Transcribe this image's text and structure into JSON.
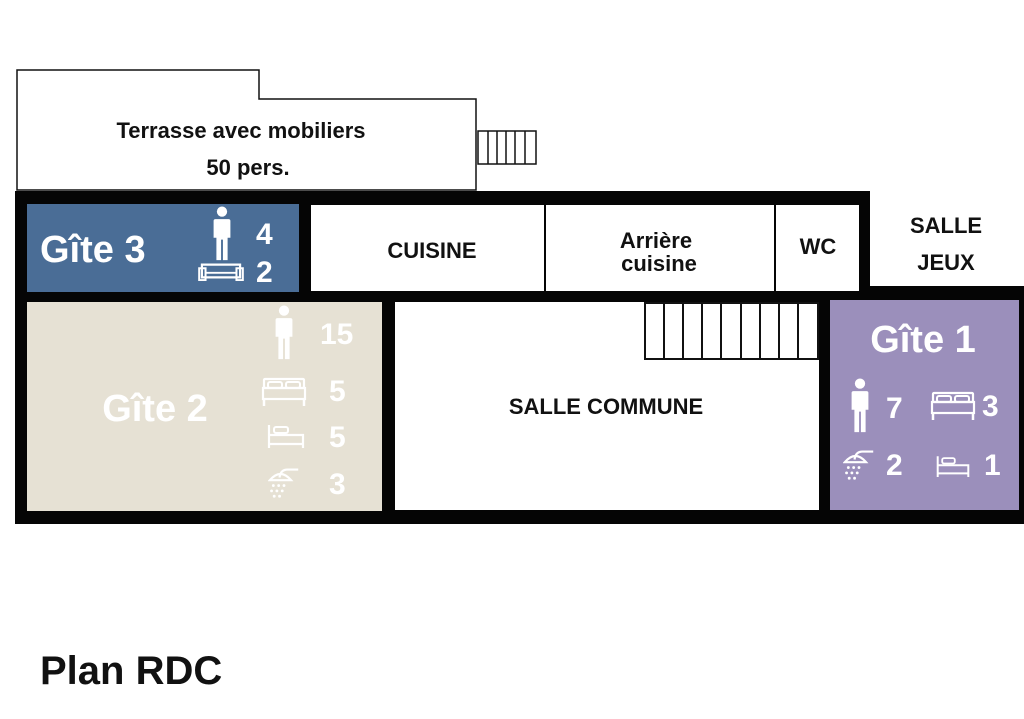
{
  "title": "Plan RDC",
  "colors": {
    "wall": "#050505",
    "gite1": "#9b8fbb",
    "gite2": "#e6e1d4",
    "gite3": "#4a6d96",
    "icon_light": "#ffffff"
  },
  "rooms": {
    "terrasse": {
      "line1": "Terrasse avec mobiliers",
      "line2": "50 pers."
    },
    "cuisine": {
      "label": "CUISINE"
    },
    "arriere_cuisine": {
      "line1": "Arrière",
      "line2": "cuisine"
    },
    "wc": {
      "label": "WC"
    },
    "salle_jeux": {
      "line1": "SALLE",
      "line2": "JEUX"
    },
    "salle_commune": {
      "label": "SALLE COMMUNE"
    }
  },
  "gites": {
    "gite3": {
      "name": "Gîte 3",
      "persons": "4",
      "sofa_beds": "2",
      "icons": [
        "person-icon",
        "sofa-bed-icon"
      ]
    },
    "gite2": {
      "name": "Gîte 2",
      "persons": "15",
      "double_beds": "5",
      "single_beds": "5",
      "showers": "3",
      "icons": [
        "person-icon",
        "double-bed-icon",
        "single-bed-icon",
        "shower-icon"
      ]
    },
    "gite1": {
      "name": "Gîte 1",
      "persons": "7",
      "double_beds": "3",
      "showers": "2",
      "single_beds": "1",
      "icons": [
        "person-icon",
        "double-bed-icon",
        "shower-icon",
        "single-bed-icon"
      ]
    }
  }
}
